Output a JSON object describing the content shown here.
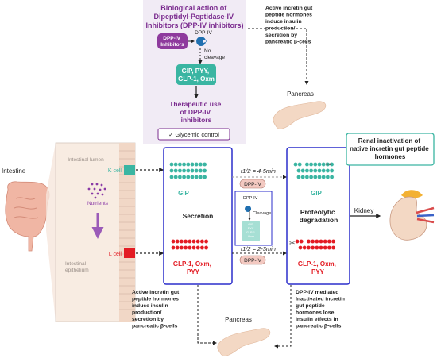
{
  "top_panel": {
    "title_lines": [
      "Biological action of",
      "Dipeptidyl-Peptidase-IV",
      "Inhibitors (DPP-IV inhibitors)"
    ],
    "inhibitor_pill_lines": [
      "DPP-IV",
      "Inhibitors"
    ],
    "dppiv_small": "DPP-IV",
    "no_cleavage_lines": [
      "No",
      "cleavage"
    ],
    "hormone_box_lines": [
      "GIP, PYY,",
      "GLP-1, Oxm"
    ],
    "therapeutic_lines": [
      "Therapeutic use",
      "of DPP-IV",
      "inhibitors"
    ],
    "glycemic": "✓ Glycemic control"
  },
  "top_right_note_lines": [
    "Active incretin gut",
    "peptide hormones",
    "induce insulin",
    "production/",
    "secretion by",
    "pancreatic β-cells"
  ],
  "pancreas_top": "Pancreas",
  "intestine": {
    "label": "Intestine",
    "lumen": "Intestinal lumen",
    "k_cell": "K cell",
    "nutrients": "Nutrients",
    "l_cell": "L cell",
    "epithelium_lines": [
      "Intestinal",
      "epithelium"
    ]
  },
  "secretion_box": {
    "gip": "GIP",
    "secretion": "Secretion",
    "glp_lines": [
      "GLP-1, Oxm,",
      "PYY"
    ]
  },
  "middle": {
    "half_life_gip": "t1/2 = 4-5min",
    "half_life_glp": "t1/2 = 2-3min",
    "dppiv": "DPP-IV",
    "inset_dppiv": "DPP-IV",
    "inset_cleavage": "Cleavage",
    "inset_hormones_lines": [
      "GIP",
      "PYY",
      "GLP-1",
      "Oxm"
    ]
  },
  "degradation_box": {
    "gip": "GIP",
    "proteolytic_lines": [
      "Proteolytic",
      "degradation"
    ],
    "glp_lines": [
      "GLP-1, Oxm,",
      "PYY"
    ]
  },
  "renal_box_lines": [
    "Renal inactivation of",
    "native incretin gut peptide",
    "hormones"
  ],
  "kidney": "Kidney",
  "bottom_left_note_lines": [
    "Active incretin gut",
    "peptide hormones",
    "induce insulin",
    "production/",
    "secretion by",
    "pancreatic β-cells"
  ],
  "bottom_right_note_lines": [
    "DPP-IV mediated",
    "Inactivated incretin",
    "gut peptide",
    "hormones lose",
    "insulin effects in",
    "pancreatic β-cells"
  ],
  "pancreas_bottom": "Pancreas",
  "colors": {
    "purple": "#7b2c8f",
    "panel": "#f1ebf5",
    "teal": "#3ab5a2",
    "red": "#e31b23",
    "box_blue": "#2b2ecb",
    "peach": "#f3d8c4"
  }
}
